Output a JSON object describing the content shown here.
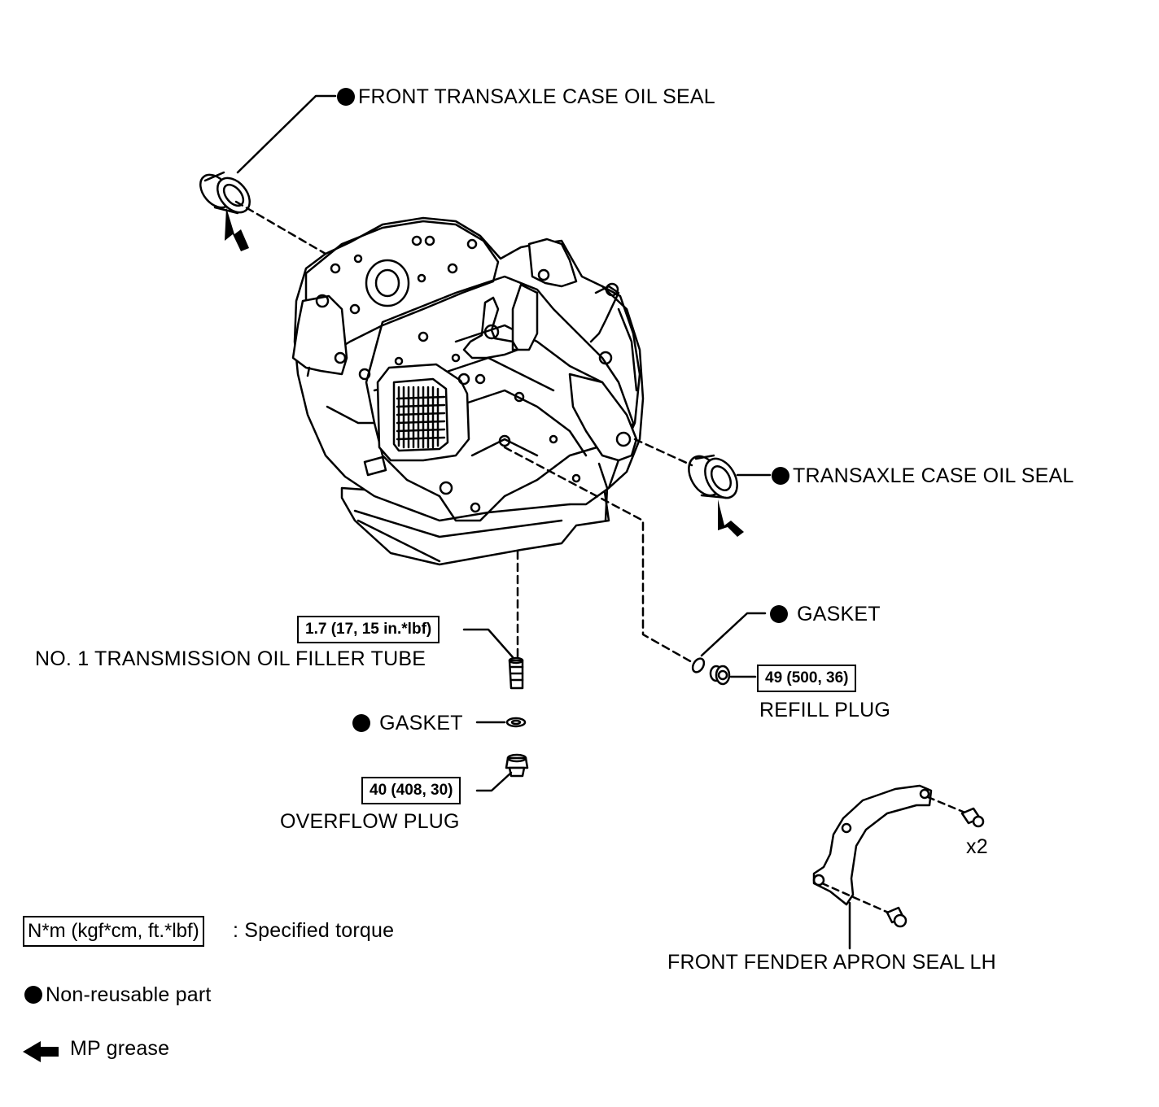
{
  "labels": {
    "front_oil_seal": "FRONT TRANSAXLE CASE OIL SEAL",
    "case_oil_seal": "TRANSAXLE CASE OIL SEAL",
    "gasket_right": "GASKET",
    "refill_plug": "REFILL PLUG",
    "filler_tube": "NO. 1 TRANSMISSION OIL FILLER TUBE",
    "gasket_left": "GASKET",
    "overflow_plug": "OVERFLOW PLUG",
    "fender_apron": "FRONT FENDER APRON SEAL LH",
    "qty_bolts": "x2"
  },
  "torques": {
    "filler_tube": "1.7 (17, 15 in.*lbf)",
    "refill_plug": "49 (500, 36)",
    "overflow_plug": "40 (408, 30)"
  },
  "legend": {
    "torque_box": "N*m (kgf*cm, ft.*lbf)",
    "torque_text": ": Specified torque",
    "non_reusable": "Non-reusable part",
    "grease": "MP grease"
  }
}
